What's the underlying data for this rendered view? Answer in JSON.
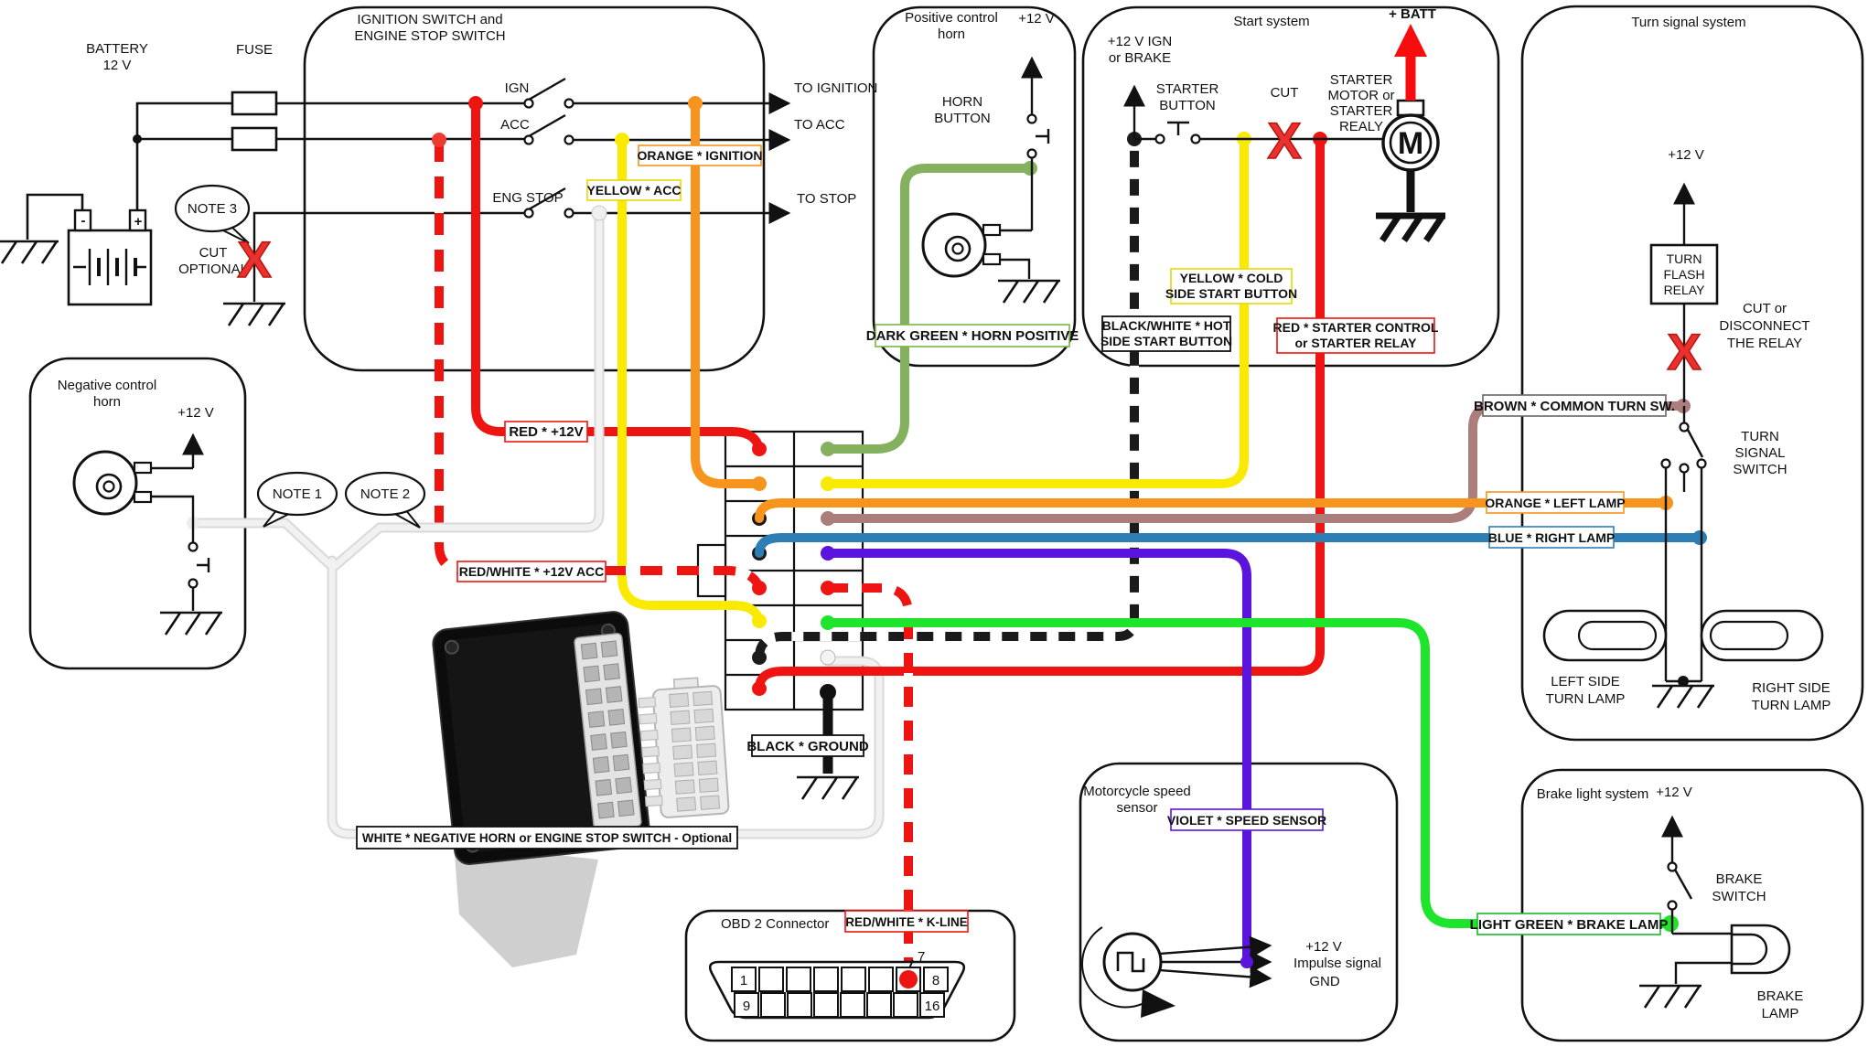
{
  "colors": {
    "red": "#ee1411",
    "orange": "#f7941d",
    "yellow": "#fae900",
    "olive_green": "#84b15e",
    "bright_green": "#1ee42b",
    "blue": "#2d7eb5",
    "violet": "#5a14dd",
    "brown": "#ab7d7b",
    "white_wire": "#e9e9e9",
    "black": "#111111",
    "x_red": "#e9322d",
    "batt_red": "#f70d0d"
  },
  "battery": {
    "title1": "BATTERY",
    "title2": "12 V",
    "minus": "-",
    "plus": "+"
  },
  "fuse": {
    "label": "FUSE"
  },
  "ignition": {
    "title1": "IGNITION SWITCH and",
    "title2": "ENGINE STOP SWITCH",
    "ign": "IGN",
    "acc": "ACC",
    "eng_stop": "ENG STOP",
    "to_ignition": "TO IGNITION",
    "to_acc": "TO ACC",
    "to_stop": "TO STOP",
    "note3": "NOTE 3",
    "cut1": "CUT",
    "cut2": "OPTIONAL",
    "x": "X"
  },
  "pos_horn": {
    "title1": "Positive control",
    "title2": "horn",
    "v12": "+12 V",
    "button1": "HORN",
    "button2": "BUTTON"
  },
  "neg_horn": {
    "title1": "Negative control",
    "title2": "horn",
    "v12": "+12 V",
    "note1": "NOTE 1",
    "note2": "NOTE 2"
  },
  "start": {
    "title": "Start system",
    "supply1": "+12 V IGN",
    "supply2": "or BRAKE",
    "button1": "STARTER",
    "button2": "BUTTON",
    "cut": "CUT",
    "x": "X",
    "batt": "+ BATT",
    "motor1": "STARTER",
    "motor2": "MOTOR or",
    "motor3": "STARTER",
    "motor4": "REALY",
    "m": "M"
  },
  "turn": {
    "title": "Turn signal system",
    "v12": "+12 V",
    "relay1": "TURN",
    "relay2": "FLASH",
    "relay3": "RELAY",
    "x": "X",
    "cut1": "CUT or",
    "cut2": "DISCONNECT",
    "cut3": "THE RELAY",
    "switch1": "TURN",
    "switch2": "SIGNAL",
    "switch3": "SWITCH",
    "left_lamp1": "LEFT SIDE",
    "left_lamp2": "TURN LAMP",
    "right_lamp1": "RIGHT SIDE",
    "right_lamp2": "TURN LAMP"
  },
  "speed": {
    "title1": "Motorcycle speed",
    "title2": "sensor",
    "v12": "+12 V",
    "impulse": "Impulse signal",
    "gnd": "GND"
  },
  "brake": {
    "title": "Brake light system",
    "v12": "+12 V",
    "switch1": "BRAKE",
    "switch2": "SWITCH",
    "lamp1": "BRAKE",
    "lamp2": "LAMP"
  },
  "obd": {
    "title": "OBD 2 Connector",
    "pin1": "1",
    "pin7": "7",
    "pin8": "8",
    "pin9": "9",
    "pin16": "16"
  },
  "labels": {
    "red_12v": "RED * +12V",
    "orange_ignition": "ORANGE * IGNITION",
    "yellow_acc": "YELLOW * ACC",
    "redwhite_acc": "RED/WHITE * +12V ACC",
    "dark_green": "DARK GREEN * HORN POSITIVE",
    "yellow_cold1": "YELLOW * COLD",
    "yellow_cold2": "SIDE START BUTTON",
    "bw_hot1": "BLACK/WHITE * HOT",
    "bw_hot2": "SIDE START BUTTON",
    "red_starter1": "RED * STARTER CONTROL",
    "red_starter2": "or STARTER RELAY",
    "brown_common": "BROWN * COMMON TURN SW.",
    "orange_left": "ORANGE * LEFT LAMP",
    "blue_right": "BLUE * RIGHT LAMP",
    "black_ground": "BLACK * GROUND",
    "white_negative": "WHITE * NEGATIVE HORN or ENGINE STOP SWITCH - Optional",
    "violet_speed": "VIOLET * SPEED SENSOR",
    "green_brake": "LIGHT GREEN * BRAKE LAMP",
    "kline": "RED/WHITE * K-LINE"
  }
}
